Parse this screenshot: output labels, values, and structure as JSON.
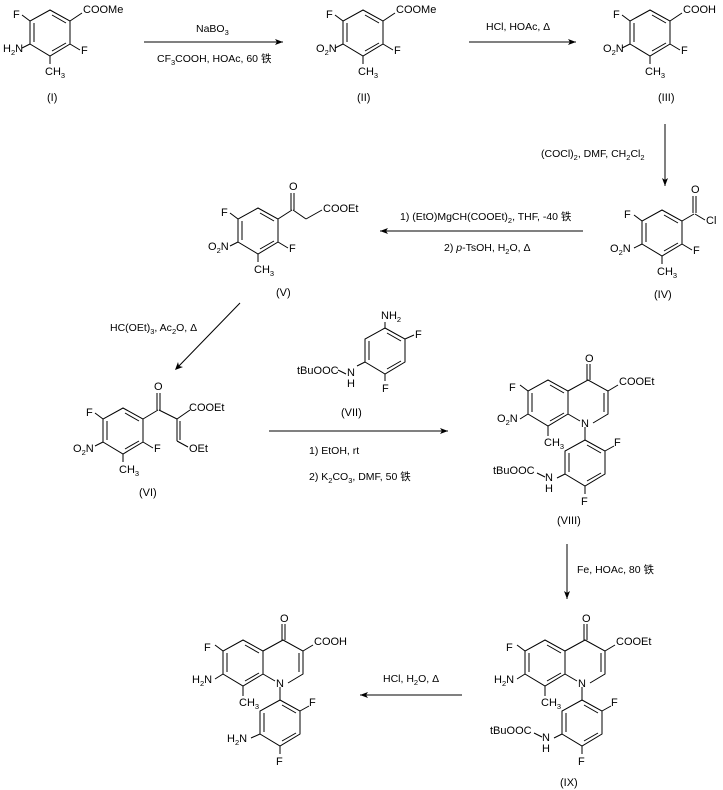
{
  "scheme": {
    "deg": "铁",
    "compounds": [
      {
        "id": "I",
        "label": "(I)",
        "groups": {
          "F_top": "F",
          "ester": "COOMe",
          "amine": "H",
          "amine_sub": "2",
          "amine_N": "N",
          "F_side": "F",
          "methyl": "CH",
          "methyl_sub": "3"
        }
      },
      {
        "id": "II",
        "label": "(II)",
        "groups": {
          "F_top": "F",
          "ester": "COOMe",
          "nitro": "O",
          "nitro_sub": "2",
          "nitro_N": "N",
          "F_side": "F",
          "methyl": "CH",
          "methyl_sub": "3"
        }
      },
      {
        "id": "III",
        "label": "(III)",
        "groups": {
          "F_top": "F",
          "acid": "COOH",
          "nitro": "O",
          "nitro_sub": "2",
          "nitro_N": "N",
          "F_side": "F",
          "methyl": "CH",
          "methyl_sub": "3"
        }
      },
      {
        "id": "IV",
        "label": "(IV)",
        "groups": {
          "F_top": "F",
          "carbonyl_O": "O",
          "Cl": "Cl",
          "nitro": "O",
          "nitro_sub": "2",
          "nitro_N": "N",
          "F_side": "F",
          "methyl": "CH",
          "methyl_sub": "3"
        }
      },
      {
        "id": "V",
        "label": "(V)",
        "groups": {
          "F_top": "F",
          "carbonyl_O": "O",
          "ester": "COOEt",
          "nitro": "O",
          "nitro_sub": "2",
          "nitro_N": "N",
          "F_side": "F",
          "methyl": "CH",
          "methyl_sub": "3"
        }
      },
      {
        "id": "VI",
        "label": "(VI)",
        "groups": {
          "F_top": "F",
          "carbonyl_O": "O",
          "ester": "COOEt",
          "ether": "OEt",
          "nitro": "O",
          "nitro_sub": "2",
          "nitro_N": "N",
          "F_side": "F",
          "methyl": "CH",
          "methyl_sub": "3"
        }
      },
      {
        "id": "VII",
        "label": "(VII)",
        "groups": {
          "amine": "NH",
          "amine_sub": "2",
          "F1": "F",
          "F2": "F",
          "boc": "tBuOOC",
          "NH_N": "N",
          "NH_H": "H"
        }
      },
      {
        "id": "VIII",
        "label": "(VIII)",
        "groups": {
          "F": "F",
          "oxo": "O",
          "ester": "COOEt",
          "nitro": "O",
          "nitro_sub": "2",
          "nitro_N": "N",
          "N1": "N",
          "methyl": "CH",
          "methyl_sub": "3",
          "F1": "F",
          "F2": "F",
          "boc": "tBuOOC",
          "NH_N": "N",
          "NH_H": "H"
        }
      },
      {
        "id": "IX",
        "label": "(IX)",
        "groups": {
          "F": "F",
          "oxo": "O",
          "ester": "COOEt",
          "amine": "H",
          "amine_sub": "2",
          "amine_N": "N",
          "N1": "N",
          "methyl": "CH",
          "methyl_sub": "3",
          "F1": "F",
          "F2": "F",
          "boc": "tBuOOC",
          "NH_N": "N",
          "NH_H": "H"
        }
      },
      {
        "id": "X",
        "label": "",
        "groups": {
          "F": "F",
          "oxo": "O",
          "acid": "COOH",
          "amine": "H",
          "amine_sub": "2",
          "amine_N": "N",
          "N1": "N",
          "methyl": "CH",
          "methyl_sub": "3",
          "F1": "F",
          "F2": "F",
          "amine2": "H",
          "amine2_sub": "2",
          "amine2_N": "N"
        }
      }
    ],
    "steps": [
      {
        "from": "I",
        "to": "II",
        "above": "NaBO",
        "above_sub": "3",
        "below_a": "CF",
        "below_sub": "3",
        "below_b": "COOH, HOAc, 60 "
      },
      {
        "from": "II",
        "to": "III",
        "above": "HCl, HOAc, Δ"
      },
      {
        "from": "III",
        "to": "IV",
        "side_a": "(COCl)",
        "side_sub1": "2",
        "side_b": ", DMF, CH",
        "side_sub2": "2",
        "side_c": "Cl",
        "side_sub3": "2"
      },
      {
        "from": "IV",
        "to": "V",
        "above_a": "1) (EtO)MgCH(COOEt)",
        "above_sub": "2",
        "above_b": ", THF, -40 ",
        "below_a": "2) ",
        "below_italic": "p",
        "below_b": "-TsOH, H",
        "below_sub": "2",
        "below_c": "O, Δ"
      },
      {
        "from": "V",
        "to": "VI",
        "side_a": "HC(OEt)",
        "side_sub1": "3",
        "side_b": ", Ac",
        "side_sub2": "2",
        "side_c": "O, Δ"
      },
      {
        "from": "VI",
        "to": "VIII",
        "reagent": "VII",
        "below1": "1) EtOH, rt",
        "below2_a": "2) K",
        "below2_sub": "2",
        "below2_b": "CO",
        "below2_sub2": "3",
        "below2_c": ", DMF, 50 "
      },
      {
        "from": "VIII",
        "to": "IX",
        "side": "Fe, HOAc, 80 "
      },
      {
        "from": "IX",
        "to": "X",
        "above_a": "HCl, H",
        "above_sub": "2",
        "above_b": "O, Δ"
      }
    ]
  }
}
